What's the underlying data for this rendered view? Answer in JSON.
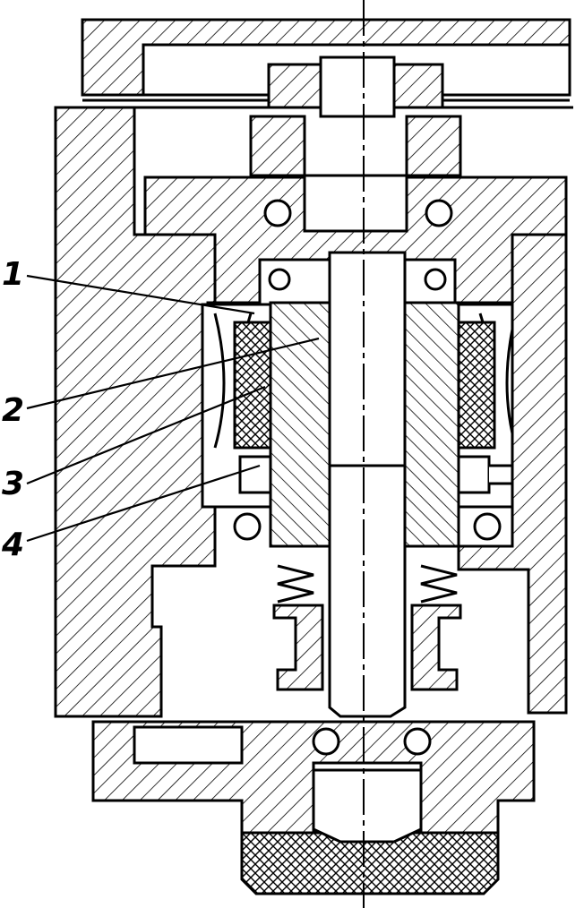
{
  "diagram": {
    "callouts": [
      {
        "label": "1"
      },
      {
        "label": "2"
      },
      {
        "label": "3"
      },
      {
        "label": "4"
      }
    ]
  },
  "colors": {
    "ink": "#000000",
    "paper": "#ffffff"
  }
}
